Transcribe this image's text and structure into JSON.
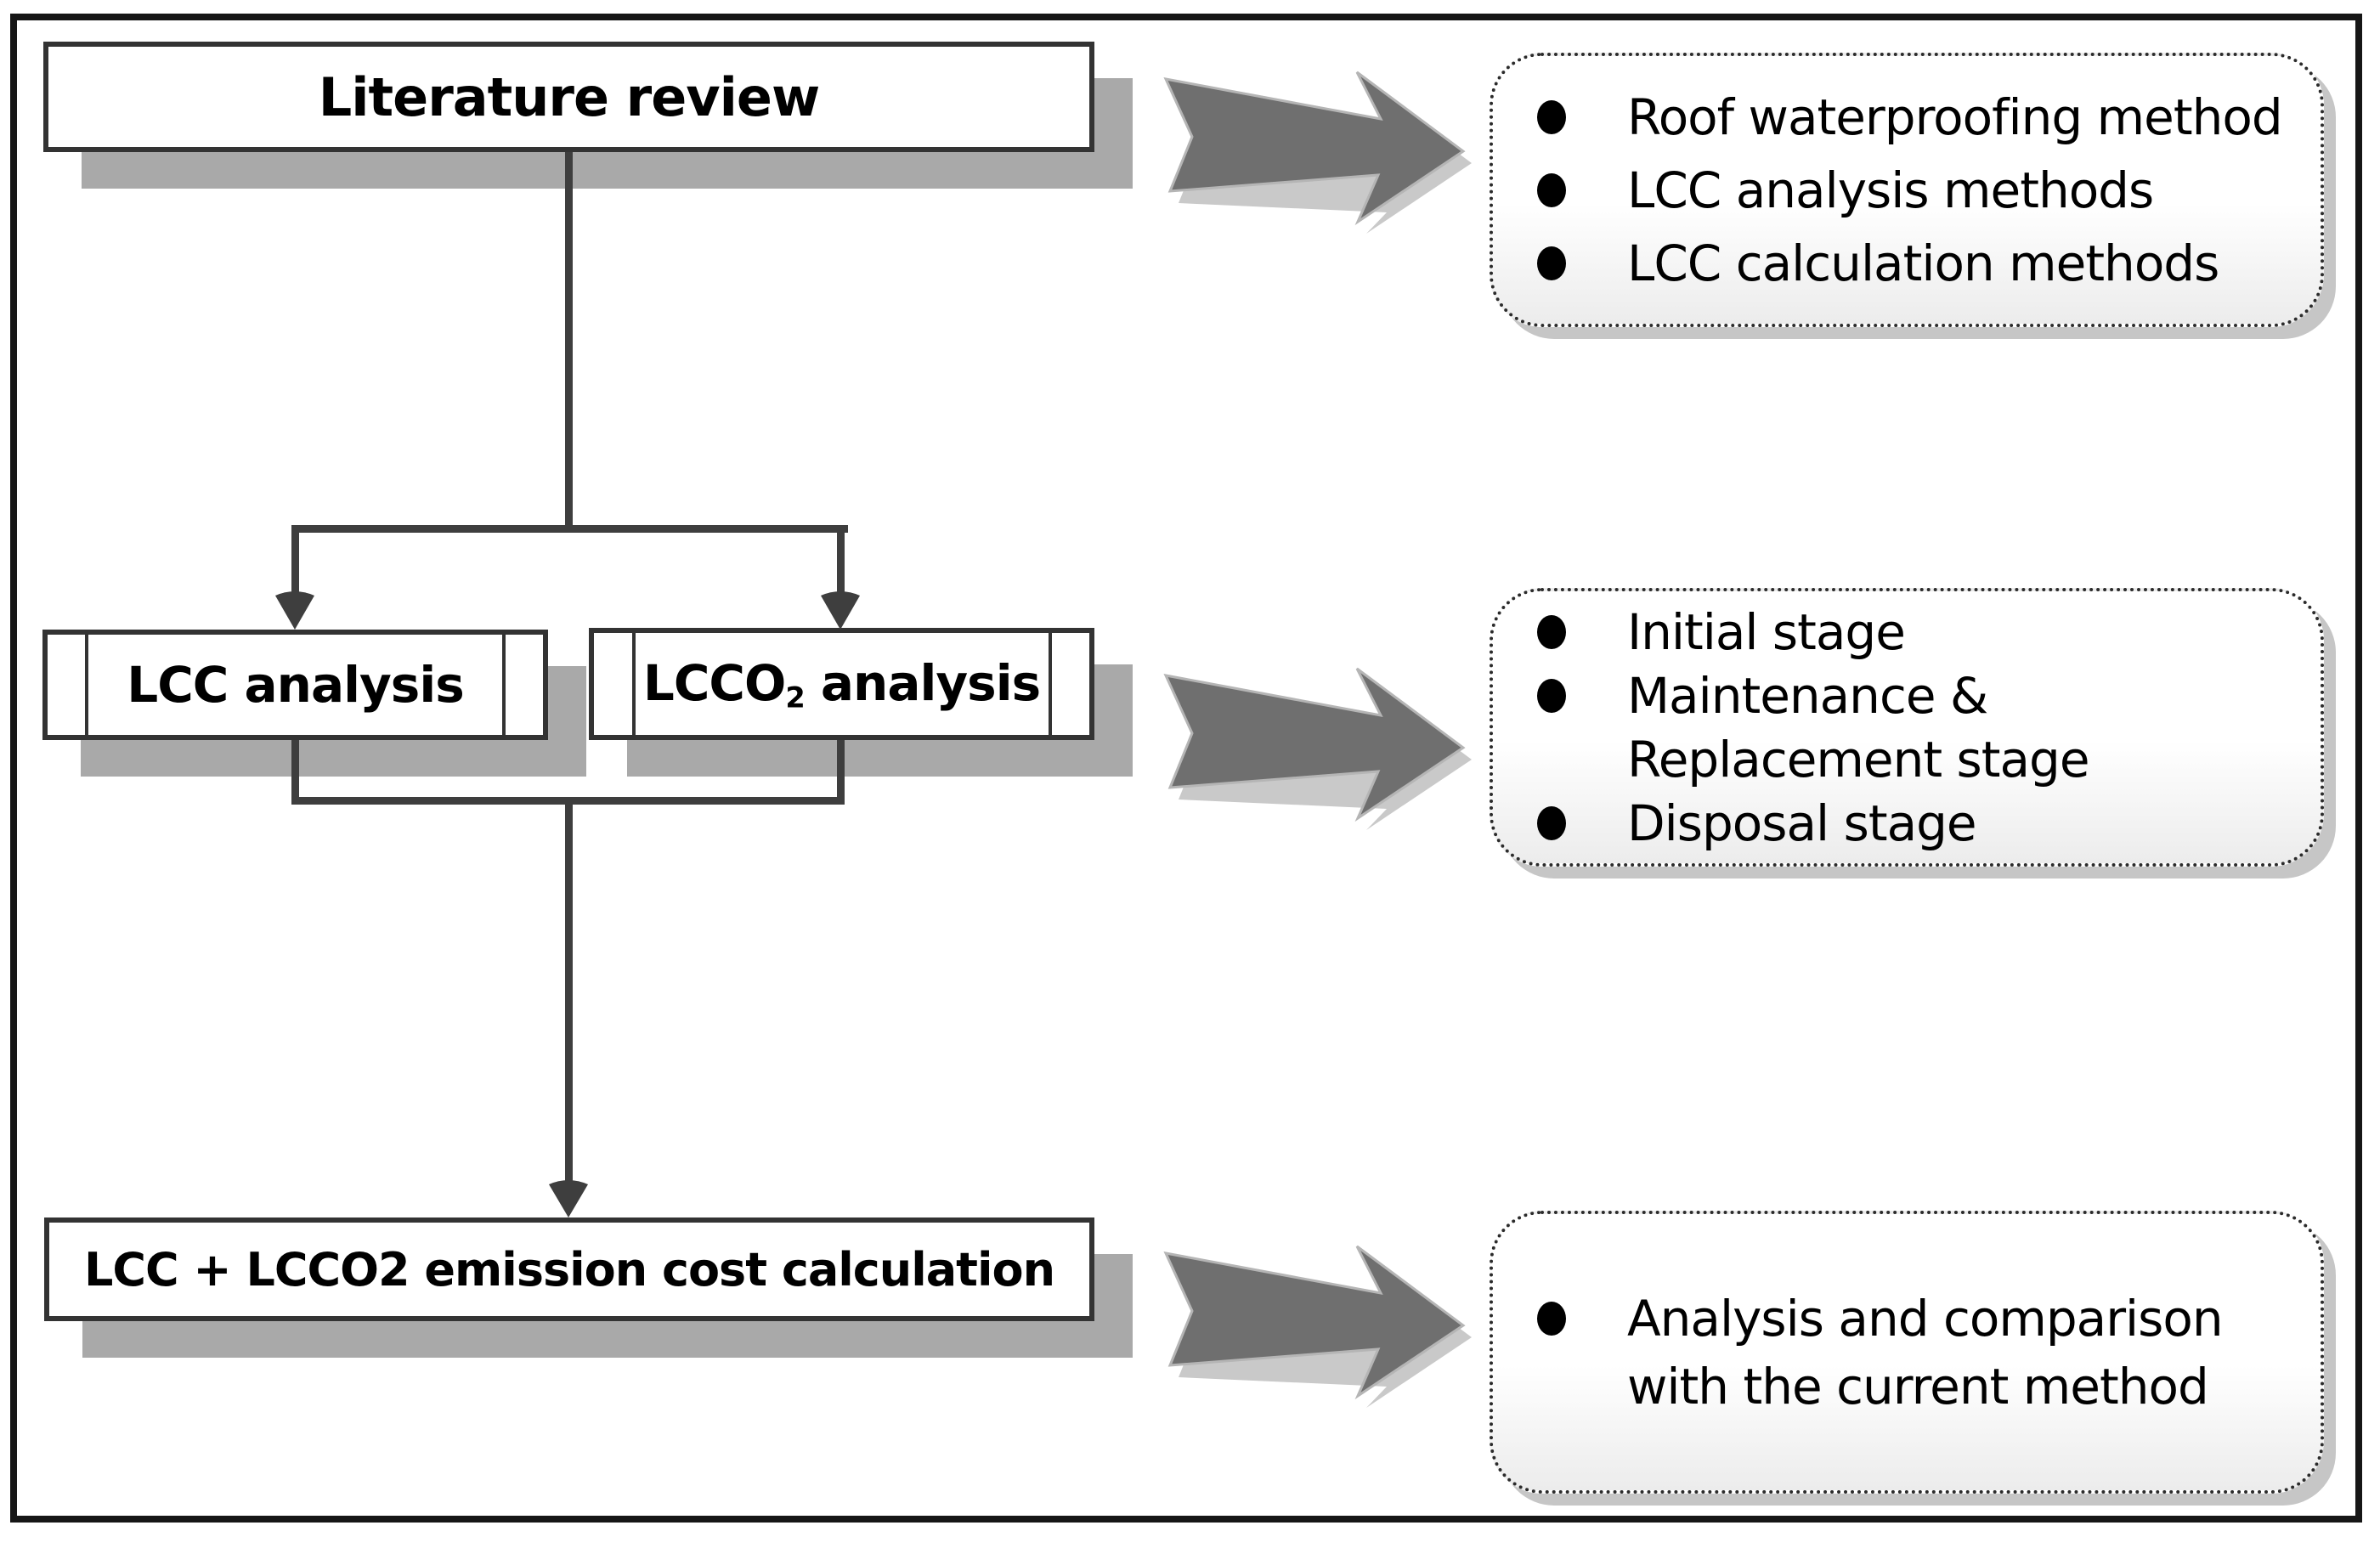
{
  "diagram": {
    "boxes": {
      "literature": "Literature review",
      "lcc": "LCC analysis",
      "lcco2_prefix": "LCCO",
      "lcco2_subscript": "2",
      "lcco2_suffix": " analysis",
      "emission": "LCC + LCCO2 emission cost calculation"
    },
    "panels": [
      {
        "lines": [
          {
            "bullet": true,
            "t": "Roof waterproofing method"
          },
          {
            "bullet": true,
            "t": "LCC analysis methods"
          },
          {
            "bullet": true,
            "t": "LCC calculation methods"
          }
        ]
      },
      {
        "lines": [
          {
            "bullet": true,
            "t": "Initial stage"
          },
          {
            "bullet": true,
            "t": "Maintenance &"
          },
          {
            "bullet": false,
            "t": "Replacement stage"
          },
          {
            "bullet": true,
            "t": "Disposal stage"
          }
        ]
      },
      {
        "lines": [
          {
            "bullet": true,
            "t": "Analysis and comparison"
          },
          {
            "bullet": false,
            "t": "with the current method"
          }
        ]
      }
    ],
    "colors": {
      "frame_border": "#161616",
      "box_border": "#333333",
      "box_shadow": "#a9a9a9",
      "connector": "#3e3e3e",
      "block_arrow_fill": "#6f6f6f",
      "block_arrow_shadow": "#c9c9c9",
      "panel_border": "#2b2b2b",
      "panel_shadow": "#c6c6c6"
    }
  }
}
